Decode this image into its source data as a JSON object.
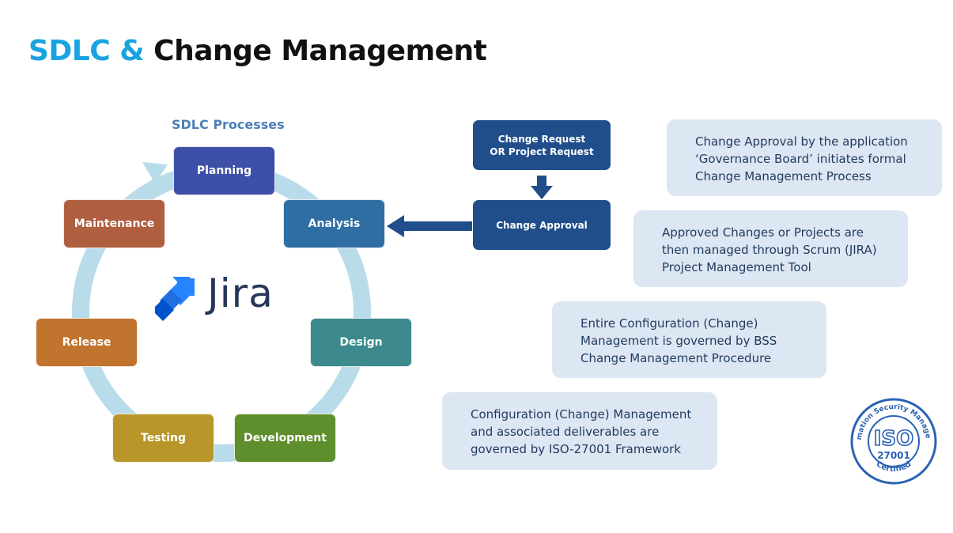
{
  "title": {
    "part1": "SDLC &",
    "part2": "Change Management"
  },
  "sdlc": {
    "heading": "SDLC Processes",
    "phases": {
      "planning": "Planning",
      "analysis": "Analysis",
      "design": "Design",
      "development": "Development",
      "testing": "Testing",
      "release": "Release",
      "maintenance": "Maintenance"
    },
    "colors": {
      "planning": "#3d4fa6",
      "analysis": "#2e6ea3",
      "design": "#3c8a8e",
      "development": "#5e8f2c",
      "testing": "#b8962a",
      "release": "#c0742e",
      "maintenance": "#b05e40"
    },
    "ring_color": "#b9dcea"
  },
  "jira_logo": {
    "text": "Jira",
    "icon": "jira-icon"
  },
  "flow": {
    "change_request": {
      "line1": "Change Request",
      "line2": "OR Project Request"
    },
    "change_approval": "Change Approval",
    "box_color": "#1f4e8a"
  },
  "notes": [
    {
      "lines": [
        "Change Approval by the application",
        "‘Governance Board’ initiates formal",
        "Change Management Process"
      ]
    },
    {
      "lines": [
        "Approved Changes or Projects are",
        "then managed through Scrum (JIRA)",
        "Project Management Tool"
      ]
    },
    {
      "lines": [
        "Entire Configuration (Change)",
        "Management is governed by BSS",
        "Change Management Procedure"
      ]
    },
    {
      "lines": [
        "Configuration (Change) Management",
        "and associated deliverables are",
        "governed by ISO-27001 Framework"
      ]
    }
  ],
  "iso_badge": {
    "ring_text": "Information Security Management",
    "center": "ISO",
    "number": "27001",
    "bottom": "Certified",
    "color": "#2a62b4"
  }
}
